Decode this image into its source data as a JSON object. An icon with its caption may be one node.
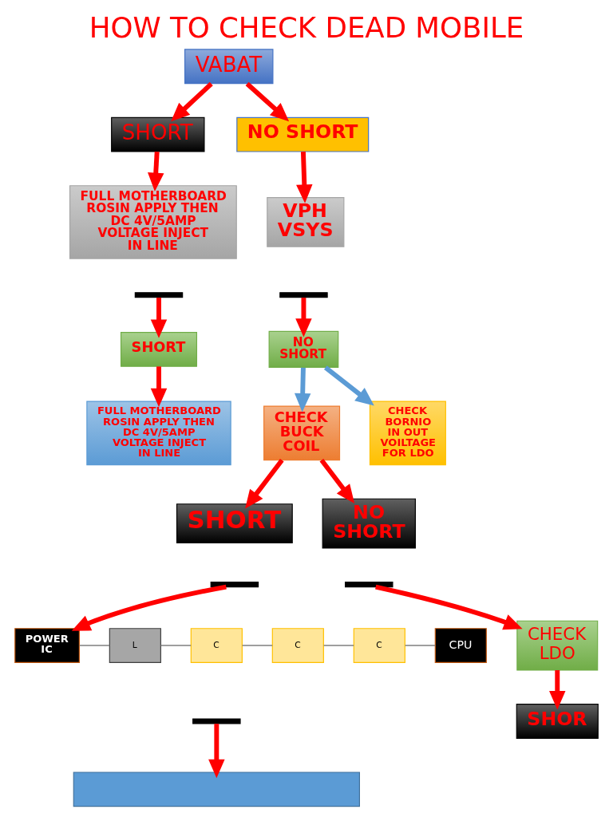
{
  "diagram": {
    "title": "HOW TO CHECK DEAD MOBILE",
    "nodes": [
      {
        "text": [
          "VABAT"
        ]
      },
      {
        "text": [
          "SHORT"
        ]
      },
      {
        "text": [
          "NO SHORT"
        ]
      },
      {
        "text": [
          "FULL MOTHERBOARD ROSIN APPLY THEN DC 4V/5AMP VOLTAGE INJECT IN LINE"
        ]
      },
      {
        "text": [
          "VPH VSYS"
        ]
      },
      {
        "text": [
          "SHORT"
        ]
      },
      {
        "text": [
          "NO SHORT"
        ]
      },
      {
        "text": [
          "FULL MOTHERBOARD ROSIN APPLY THEN DC 4V/5AMP VOLTAGE INJECT IN LINE"
        ]
      },
      {
        "text": [
          "CHECK BUCK COIL"
        ]
      },
      {
        "text": [
          "CHECK BORNIO IN OUT VOILTAGE FOR LDO"
        ]
      },
      {
        "text": [
          "SHORT"
        ]
      },
      {
        "text": [
          "NO SHORT"
        ]
      },
      {
        "text": [
          "POWER IC"
        ]
      },
      {
        "text": [
          "L"
        ]
      },
      {
        "text": [
          "C"
        ]
      },
      {
        "text": [
          "C"
        ]
      },
      {
        "text": [
          "C"
        ]
      },
      {
        "text": [
          "CPU"
        ]
      },
      {
        "text": [
          "CHECK LDO"
        ]
      },
      {
        "text": [],
        "shape": "box"
      },
      {
        "text": [
          "SHOR"
        ]
      }
    ],
    "edges": [
      {
        "from": 0,
        "to": 1,
        "arrow": "to"
      },
      {
        "from": 0,
        "to": 2,
        "arrow": "to"
      },
      {
        "from": 1,
        "to": 3,
        "arrow": "to"
      },
      {
        "from": 2,
        "to": 4,
        "arrow": "to"
      },
      {
        "from": null,
        "to": 5,
        "arrow": "to"
      },
      {
        "from": null,
        "to": 6,
        "arrow": "to"
      },
      {
        "from": 5,
        "to": 7,
        "arrow": "to"
      },
      {
        "from": 6,
        "to": 8,
        "arrow": "to",
        "color": "#5b9bd5"
      },
      {
        "from": 6,
        "to": 9,
        "arrow": "to",
        "color": "#5b9bd5"
      },
      {
        "from": 8,
        "to": 10,
        "arrow": "to"
      },
      {
        "from": 8,
        "to": 11,
        "arrow": "to"
      },
      {
        "from": null,
        "to": 12,
        "arrow": "to"
      },
      {
        "from": null,
        "to": 18,
        "arrow": "to"
      },
      {
        "from": 12,
        "to": 13,
        "arrow": "none",
        "color": "#7f7f7f"
      },
      {
        "from": 13,
        "to": 14,
        "arrow": "none",
        "color": "#7f7f7f"
      },
      {
        "from": 14,
        "to": 15,
        "arrow": "none",
        "color": "#7f7f7f"
      },
      {
        "from": 15,
        "to": 16,
        "arrow": "none",
        "color": "#7f7f7f"
      },
      {
        "from": 16,
        "to": 17,
        "arrow": "none",
        "color": "#7f7f7f"
      },
      {
        "from": null,
        "to": 19,
        "arrow": "to"
      },
      {
        "from": 18,
        "to": 20,
        "arrow": "to"
      }
    ]
  }
}
